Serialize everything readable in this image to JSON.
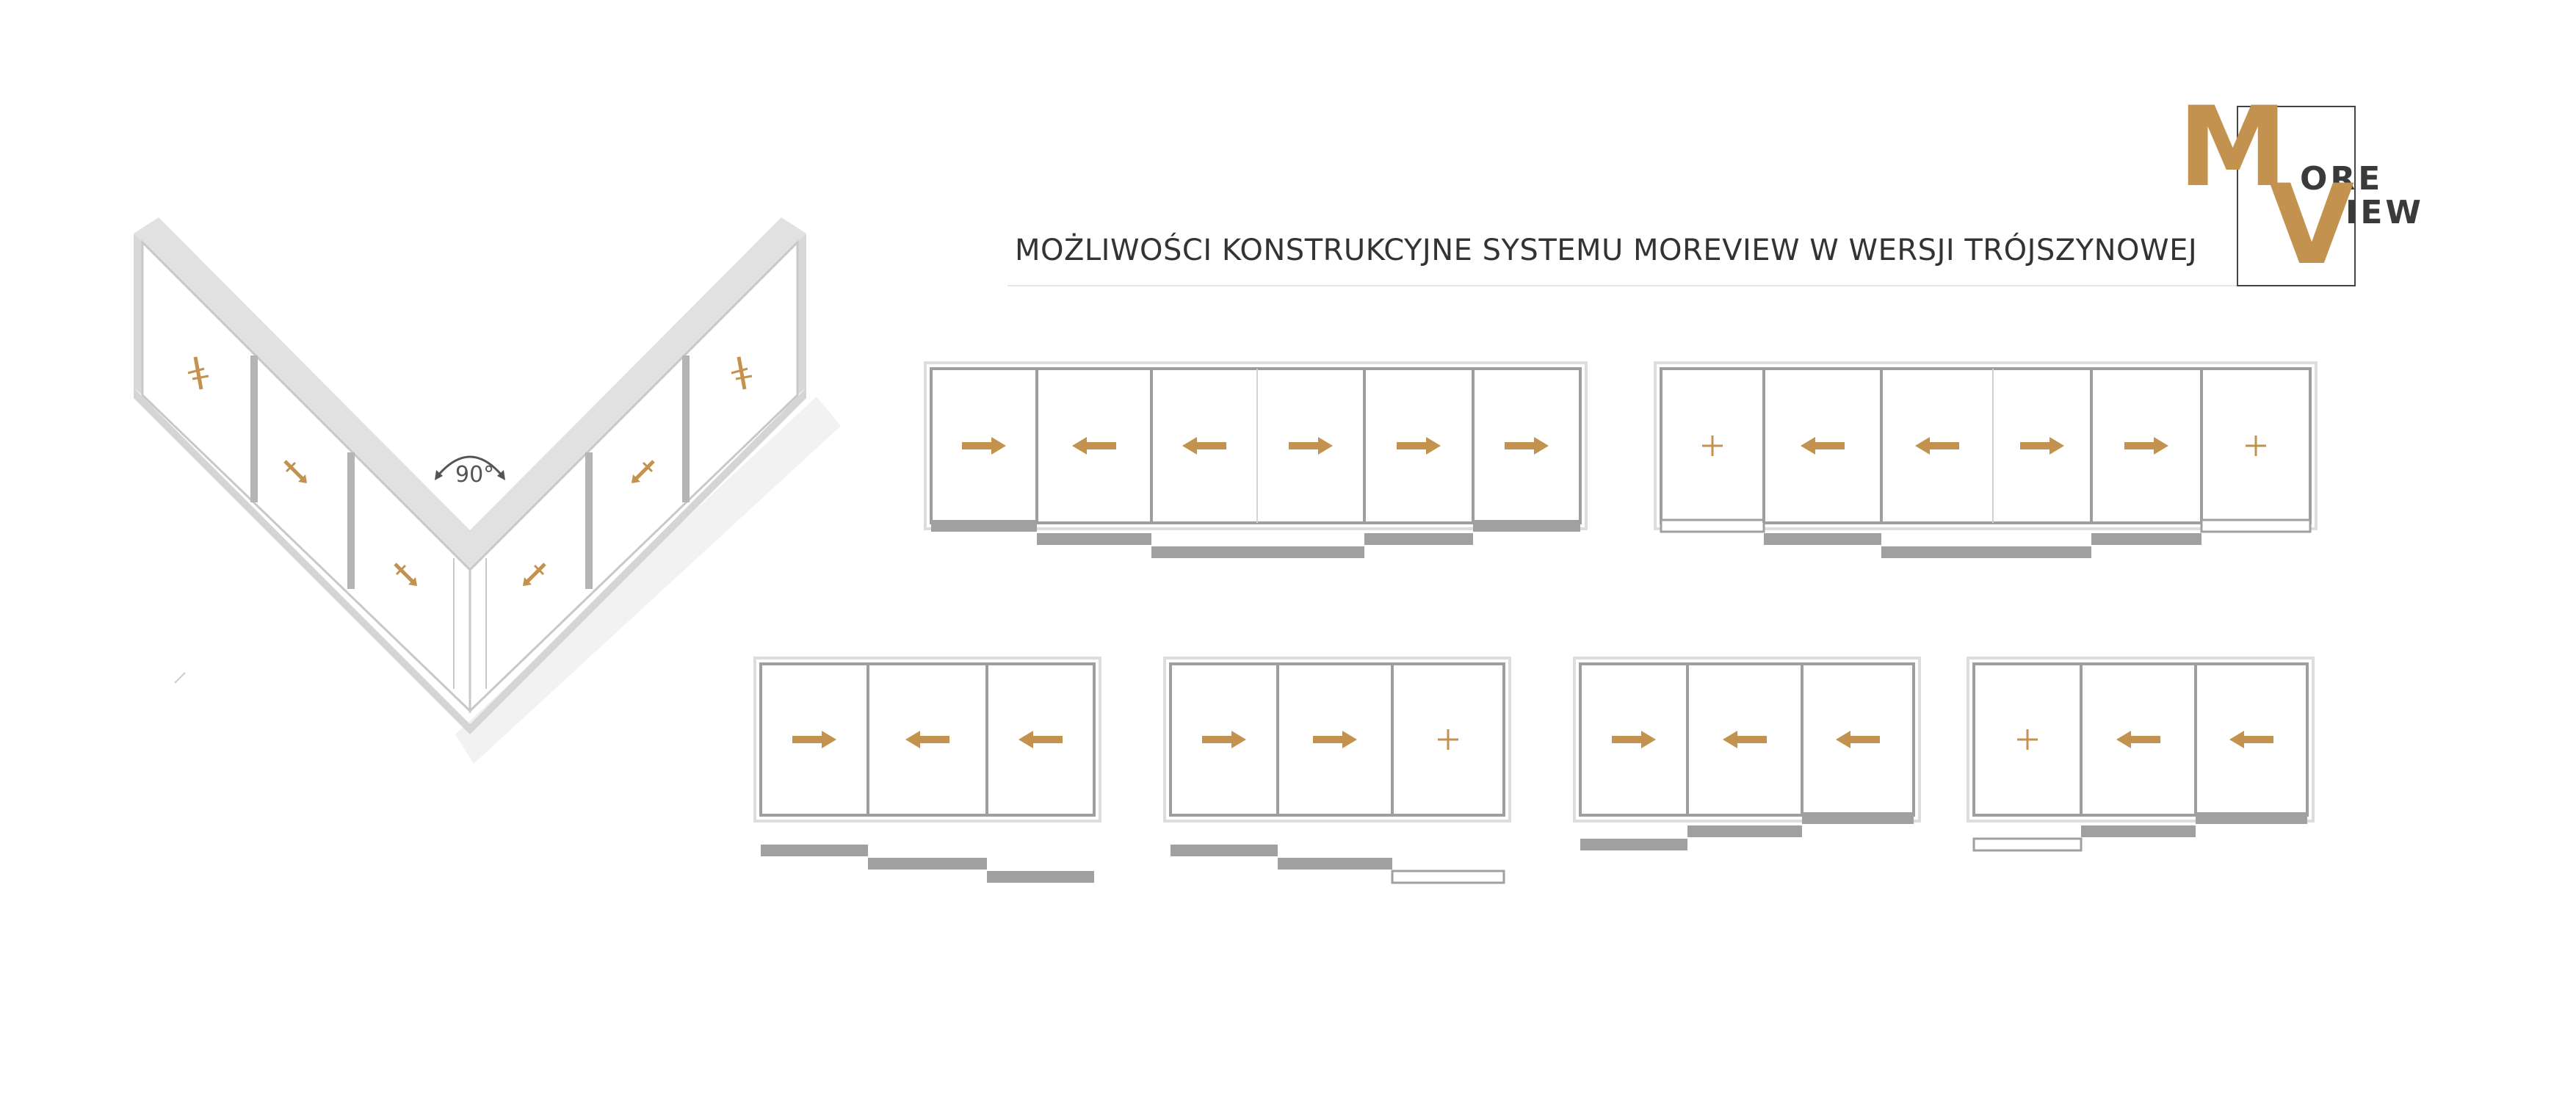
{
  "title": "MOŻLIWOŚCI KONSTRUKCYJNE SYSTEMU MOREVIEW W WERSJI TRÓJSZYNOWEJ",
  "logo": {
    "big_m": "M",
    "small_top": "ORE",
    "big_v": "V",
    "small_bottom": "IEW"
  },
  "corner": {
    "angle_label": "90°"
  },
  "colors": {
    "accent": "#c3924f",
    "frame": "#9e9e9e",
    "rail": "#a0a0a0",
    "text": "#333333"
  },
  "configurations": [
    {
      "name": "six-panel-fixed-ends-sliding",
      "panels": [
        "right",
        "left",
        "left",
        "right",
        "right",
        "right"
      ],
      "rails": [
        1,
        2,
        3,
        3,
        2,
        1
      ],
      "divider_after": 3
    },
    {
      "name": "six-panel-fixed-ends",
      "panels": [
        "fixed",
        "left",
        "left",
        "right",
        "right",
        "fixed"
      ],
      "rails": [
        1,
        2,
        3,
        3,
        2,
        1
      ],
      "divider_after": 3,
      "hollow_ends": true
    },
    {
      "name": "three-panel-a",
      "panels": [
        "right",
        "left",
        "left"
      ],
      "rails": [
        1,
        2,
        3
      ],
      "descending": true
    },
    {
      "name": "three-panel-b",
      "panels": [
        "right",
        "right",
        "fixed"
      ],
      "rails": [
        1,
        2,
        3
      ],
      "descending": true,
      "hollow_last": true
    },
    {
      "name": "three-panel-c",
      "panels": [
        "right",
        "left",
        "left"
      ],
      "rails": [
        3,
        2,
        1
      ],
      "descending": false
    },
    {
      "name": "three-panel-d",
      "panels": [
        "fixed",
        "left",
        "left"
      ],
      "rails": [
        3,
        2,
        1
      ],
      "descending": false,
      "hollow_first": true
    }
  ],
  "icons": {
    "slide-right": "arrow-right-icon",
    "slide-left": "arrow-left-icon",
    "fixed": "plus-icon",
    "tilt": "tilt-arrow-icon"
  }
}
